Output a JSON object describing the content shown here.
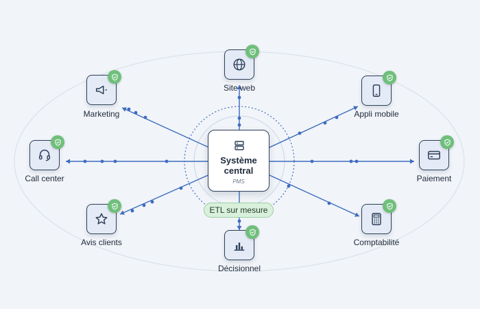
{
  "central": {
    "title": "Système\ncentral",
    "subtitle": "PMS",
    "icon": "server-icon"
  },
  "etl_label": "ETL sur mesure",
  "nodes": [
    {
      "id": "site-web",
      "label": "Site web",
      "icon": "globe-icon",
      "badge": "shield-check-icon"
    },
    {
      "id": "marketing",
      "label": "Marketing",
      "icon": "megaphone-icon",
      "badge": "shield-check-icon"
    },
    {
      "id": "appli-mobile",
      "label": "Appli mobile",
      "icon": "smartphone-icon",
      "badge": "shield-check-icon"
    },
    {
      "id": "call-center",
      "label": "Call center",
      "icon": "headset-icon",
      "badge": "shield-check-icon"
    },
    {
      "id": "paiement",
      "label": "Paiement",
      "icon": "credit-card-icon",
      "badge": "shield-check-icon"
    },
    {
      "id": "avis-clients",
      "label": "Avis clients",
      "icon": "star-icon",
      "badge": "shield-check-icon"
    },
    {
      "id": "comptabilite",
      "label": "Comptabilité",
      "icon": "calculator-icon",
      "badge": "shield-check-icon"
    },
    {
      "id": "decisionnel",
      "label": "Décisionnel",
      "icon": "bar-chart-icon",
      "badge": "shield-check-icon"
    }
  ],
  "colors": {
    "background": "#f1f4f8",
    "line": "#3d6cc0",
    "node_fill": "#e4ebf6",
    "node_border": "#2e3e58",
    "badge": "#6fbf7b",
    "etl_fill": "#d9f0dc"
  }
}
